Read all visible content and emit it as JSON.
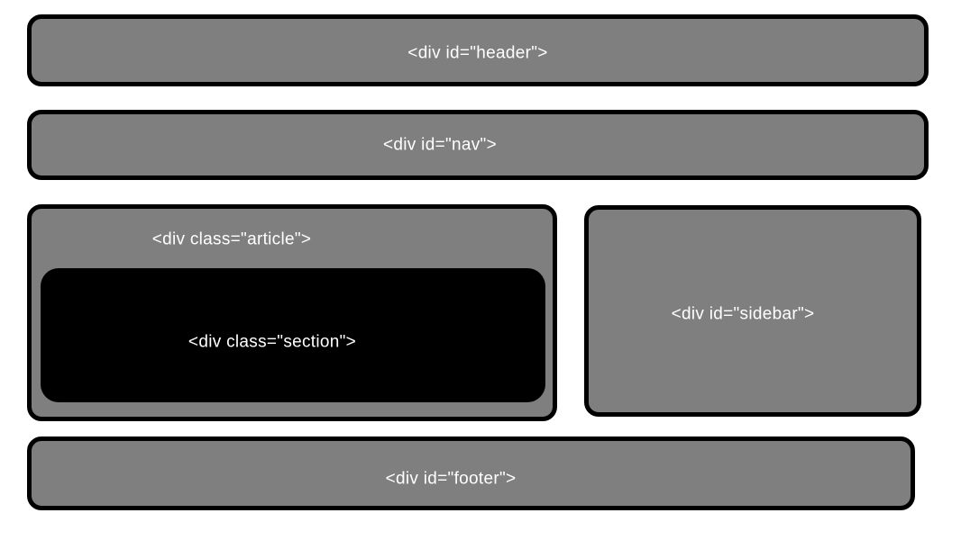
{
  "diagram": {
    "description_colors": {
      "background": "#ffffff",
      "box_fill": "#7f7f7f",
      "box_border": "#000000",
      "section_fill": "#000000",
      "label_text": "#ffffff"
    },
    "boxes": {
      "header": {
        "label": "<div id=\"header\">"
      },
      "nav": {
        "label": "<div id=\"nav\">"
      },
      "article": {
        "label": "<div class=\"article\">"
      },
      "section": {
        "label": "<div class=\"section\">"
      },
      "sidebar": {
        "label": "<div id=\"sidebar\">"
      },
      "footer": {
        "label": "<div id=\"footer\">"
      }
    }
  }
}
